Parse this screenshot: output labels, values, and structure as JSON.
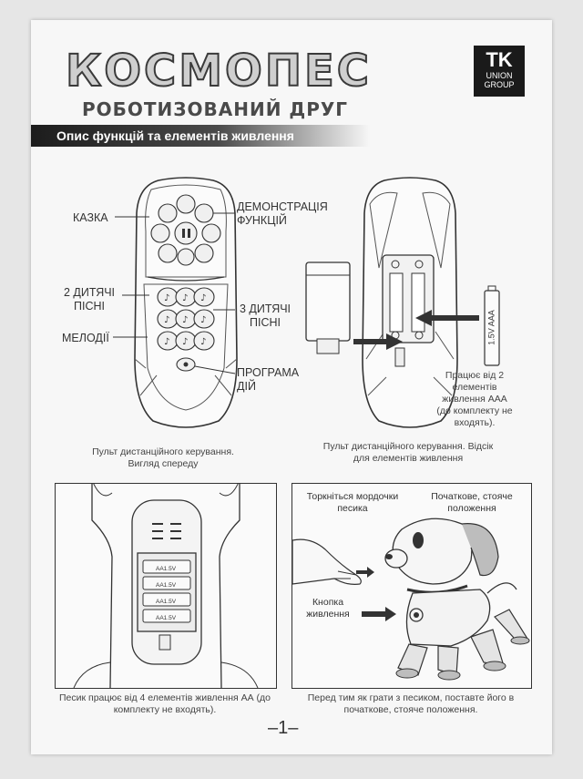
{
  "header": {
    "title": "КОСМОПЕС",
    "subtitle": "РОБОТИЗОВАНИЙ ДРУГ",
    "logo_main": "TK",
    "logo_line1": "UNION",
    "logo_line2": "GROUP"
  },
  "section": {
    "title": "Опис функцій та елементів живлення"
  },
  "remote_front": {
    "labels": {
      "story": "КАЗКА",
      "demo": "ДЕМОНСТРАЦІЯ ФУНКЦІЙ",
      "songs2": "2 ДИТЯЧІ ПІСНІ",
      "songs3": "3 ДИТЯЧІ ПІСНІ",
      "melodies": "МЕЛОДІЇ",
      "program": "ПРОГРАМА ДІЙ"
    },
    "caption": "Пульт дистанційного керування. Вигляд спереду"
  },
  "remote_back": {
    "battery_label": "1.5V AAA",
    "note": "Працює від 2 елементів живлення ААА (до комплекту не входять).",
    "caption": "Пульт дистанційного керування. Відсік для елементів живлення"
  },
  "dog_back": {
    "cell_label": "AA1.5V",
    "caption": "Песик працює від 4 елементів живлення АА (до комплекту не входять)."
  },
  "dog_start": {
    "touch_label": "Торкніться мордочки песика",
    "position_label": "Початкове, стояче положення",
    "power_label": "Кнопка живлення",
    "caption": "Перед тим як грати з песиком, поставте його в початкове, стояче положення."
  },
  "page_number": "–1–"
}
